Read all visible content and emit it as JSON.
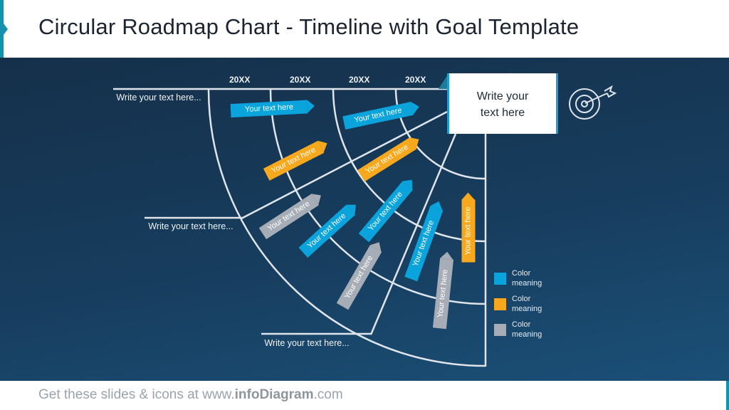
{
  "title": "Circular Roadmap Chart - Timeline with Goal Template",
  "timeline": {
    "years": [
      "20XX",
      "20XX",
      "20XX",
      "20XX"
    ],
    "side_labels": [
      "Write your text here...",
      "Write your text here...",
      "Write your text here..."
    ]
  },
  "goal": {
    "text": "Write your text here",
    "icon": "target-dart-icon"
  },
  "arrows": [
    {
      "label": "Your text here",
      "color": "blue"
    },
    {
      "label": "Your text here",
      "color": "blue"
    },
    {
      "label": "Your text here",
      "color": "orange"
    },
    {
      "label": "Your text here",
      "color": "orange"
    },
    {
      "label": "Your text here",
      "color": "gray"
    },
    {
      "label": "Your text here",
      "color": "blue"
    },
    {
      "label": "Your text here",
      "color": "blue"
    },
    {
      "label": "Your text here",
      "color": "gray"
    },
    {
      "label": "Your text here",
      "color": "blue"
    },
    {
      "label": "Your text here",
      "color": "gray"
    },
    {
      "label": "Your text here",
      "color": "orange"
    }
  ],
  "legend": [
    {
      "label": "Color meaning",
      "color": "#0aa3db"
    },
    {
      "label": "Color meaning",
      "color": "#f8a81c"
    },
    {
      "label": "Color meaning",
      "color": "#a7adb6"
    }
  ],
  "colors": {
    "blue": "#0aa3db",
    "orange": "#f8a81c",
    "gray": "#a7adb6",
    "accent": "#1590ad",
    "panel": "#173d5e"
  },
  "footer": {
    "prefix": "Get these slides & icons at www.",
    "brand": "infoDiagram",
    "suffix": ".com"
  }
}
